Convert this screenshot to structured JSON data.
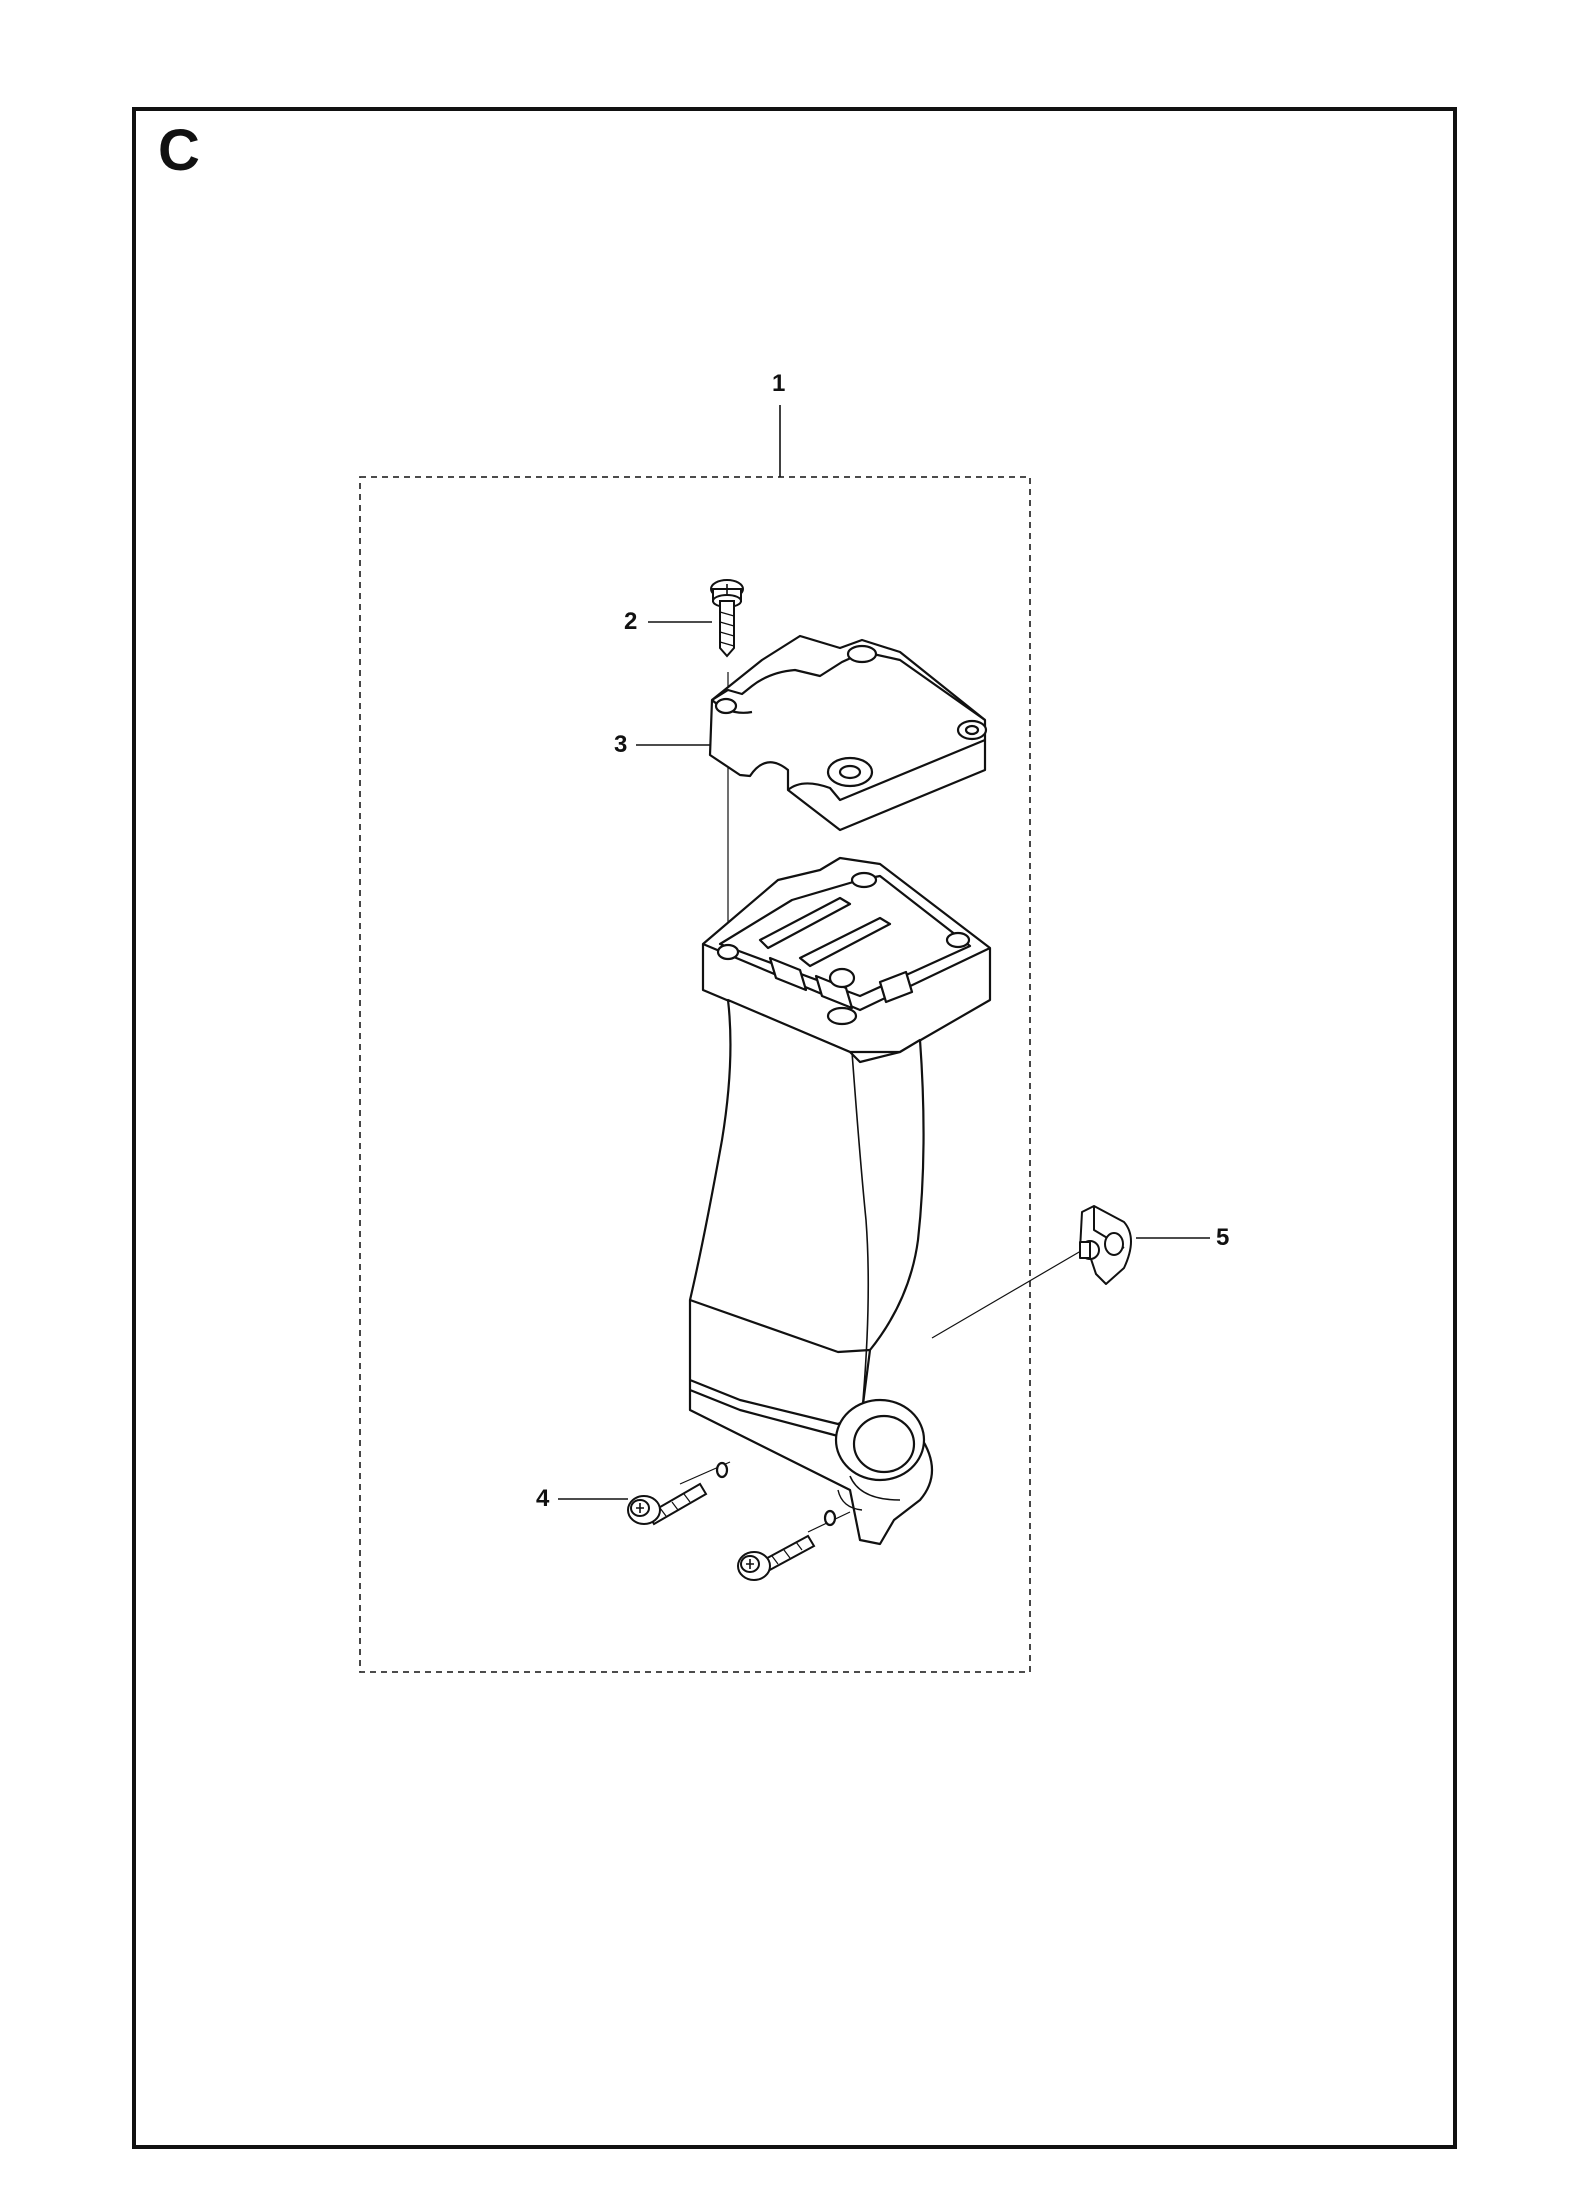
{
  "section_letter": "C",
  "callouts": [
    {
      "id": "1",
      "label": "1"
    },
    {
      "id": "2",
      "label": "2"
    },
    {
      "id": "3",
      "label": "3"
    },
    {
      "id": "4",
      "label": "4"
    },
    {
      "id": "5",
      "label": "5"
    }
  ]
}
